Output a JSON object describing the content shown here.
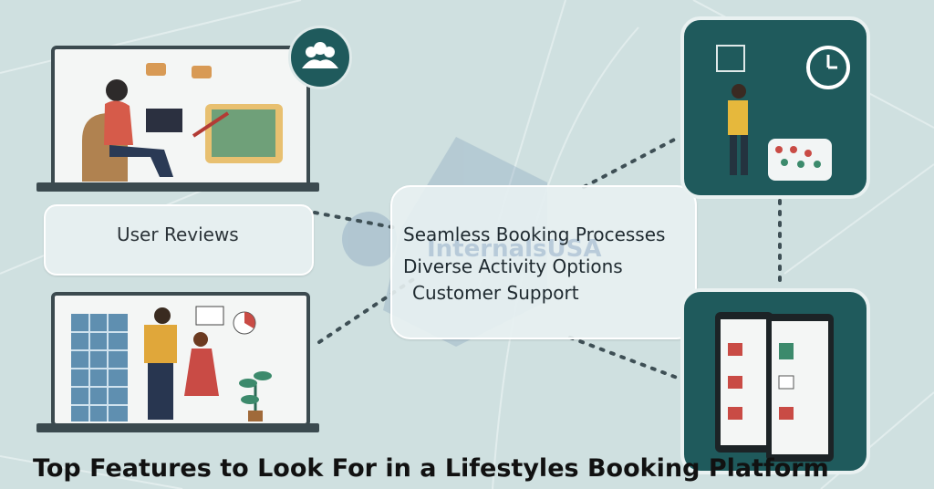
{
  "labels": {
    "user_reviews": "User  Reviews",
    "seamless_booking": "Seamless Booking Processes",
    "diverse_activity": "Diverse Activity Options",
    "customer_support": "Customer Support"
  },
  "watermark": "InternalsUSA",
  "headline": "Top Features to Look For in a Lifestyles Booking Platform",
  "icons": [
    "users-group-icon",
    "chat-bubble-icon",
    "clock-icon",
    "smartphone-icon",
    "tablet-icon",
    "plant-icon"
  ],
  "colors": {
    "background": "#cfe0e0",
    "accent_teal": "#1f5a5c",
    "laptop_frame": "#3b4a4f"
  }
}
